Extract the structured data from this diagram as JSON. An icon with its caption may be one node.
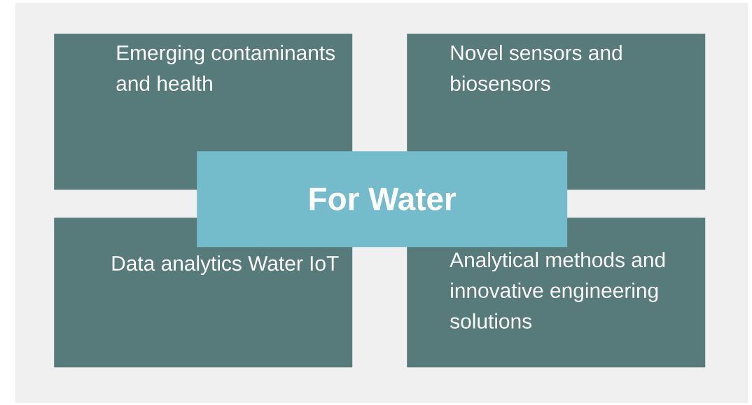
{
  "diagram": {
    "nodes": [
      {
        "text": [
          "Emerging contaminants and health"
        ]
      },
      {
        "text": [
          "Novel sensors and biosensors"
        ]
      },
      {
        "text": [
          "For Water"
        ]
      },
      {
        "text": [
          "Data analytics Water IoT"
        ]
      },
      {
        "text": [
          "Analytical methods and innovative engineering solutions"
        ]
      }
    ]
  }
}
